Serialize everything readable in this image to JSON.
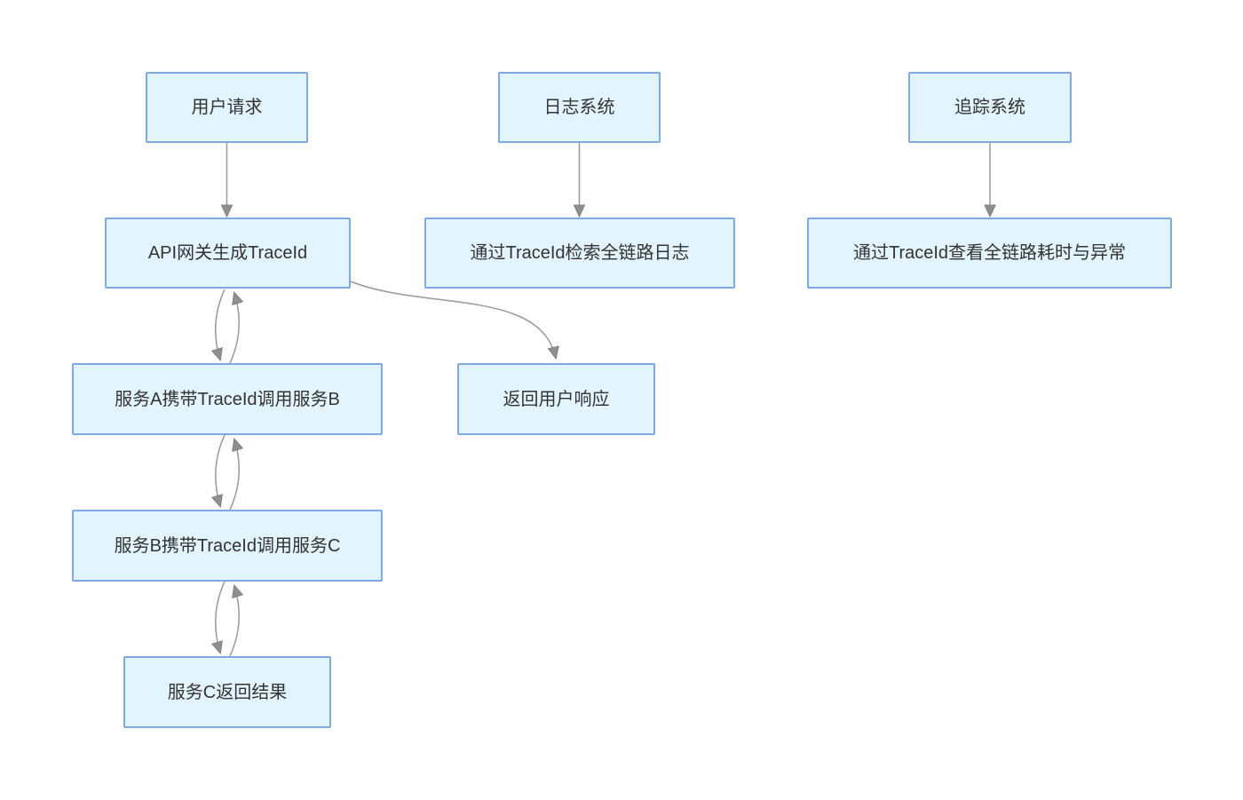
{
  "colors": {
    "background": "#ffffff",
    "node_fill": "#e2f4fd",
    "node_border": "#7ea9e2",
    "arrow_line": "#999999",
    "arrow_head": "#8f8f8f",
    "text_color": "#333333"
  },
  "diagram": {
    "type": "flowchart",
    "nodes": {
      "user_request": {
        "label": "用户请求"
      },
      "log_system": {
        "label": "日志系统"
      },
      "trace_system": {
        "label": "追踪系统"
      },
      "api_gateway": {
        "label": "API网关生成TraceId"
      },
      "log_search": {
        "label": "通过TraceId检索全链路日志"
      },
      "trace_view": {
        "label": "通过TraceId查看全链路耗时与异常"
      },
      "service_a": {
        "label": "服务A携带TraceId调用服务B"
      },
      "return_response": {
        "label": "返回用户响应"
      },
      "service_b": {
        "label": "服务B携带TraceId调用服务C"
      },
      "service_c": {
        "label": "服务C返回结果"
      }
    },
    "edges": [
      {
        "from": "user_request",
        "to": "api_gateway",
        "shape": "straight-down"
      },
      {
        "from": "log_system",
        "to": "log_search",
        "shape": "straight-down"
      },
      {
        "from": "trace_system",
        "to": "trace_view",
        "shape": "straight-down"
      },
      {
        "from": "api_gateway",
        "to": "service_a",
        "shape": "curved-down"
      },
      {
        "from": "service_a",
        "to": "api_gateway",
        "shape": "curved-up"
      },
      {
        "from": "service_a",
        "to": "service_b",
        "shape": "curved-down"
      },
      {
        "from": "service_b",
        "to": "service_a",
        "shape": "curved-up"
      },
      {
        "from": "service_b",
        "to": "service_c",
        "shape": "curved-down"
      },
      {
        "from": "service_c",
        "to": "service_b",
        "shape": "curved-up"
      },
      {
        "from": "api_gateway",
        "to": "return_response",
        "shape": "curve-right-down"
      }
    ]
  }
}
